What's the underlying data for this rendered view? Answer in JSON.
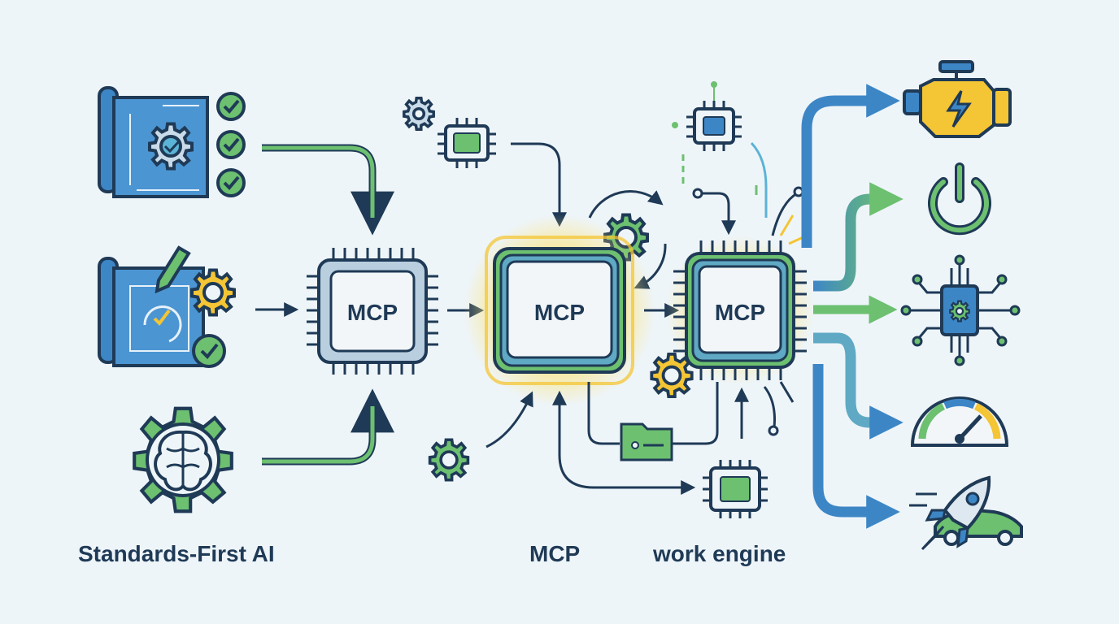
{
  "chips": {
    "first": "MCP",
    "second": "MCP",
    "third": "MCP"
  },
  "captions": {
    "left": "Standards-First AI",
    "middle": "MCP",
    "right": "work engine"
  },
  "icons": {
    "inputs": [
      "blueprint-checklist-icon",
      "blueprint-design-icon",
      "brain-gear-icon"
    ],
    "outputs": [
      "engine-icon",
      "power-icon",
      "circuit-gear-icon",
      "speedometer-icon",
      "rocket-car-icon"
    ]
  },
  "colors": {
    "navy": "#1f3a56",
    "blue": "#3d86c6",
    "green": "#6cc070",
    "yellow": "#f4c534",
    "background": "#eef5f9"
  }
}
